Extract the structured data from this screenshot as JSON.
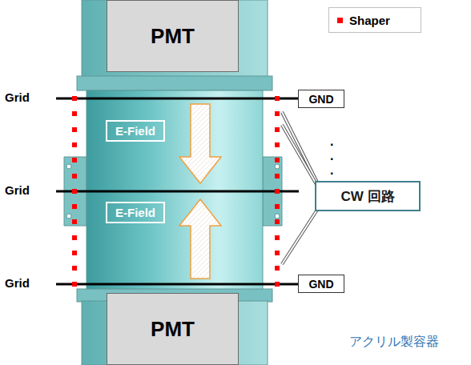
{
  "diagram": {
    "nodes": [
      {
        "text": [
          "PMT"
        ]
      },
      {
        "text": [
          "GND"
        ]
      },
      {
        "text": [
          "E-Field"
        ]
      },
      {
        "text": [
          "CW 回路"
        ]
      },
      {
        "text": [
          "E-Field"
        ]
      },
      {
        "text": [
          "GND"
        ]
      },
      {
        "text": [
          "PMT"
        ]
      }
    ],
    "labels": [
      "Grid",
      "Grid",
      "Grid",
      ".",
      ".",
      ".",
      "アクリル製容器"
    ],
    "legend": [
      {
        "text": "Shaper",
        "color": "#ff0000"
      }
    ]
  }
}
